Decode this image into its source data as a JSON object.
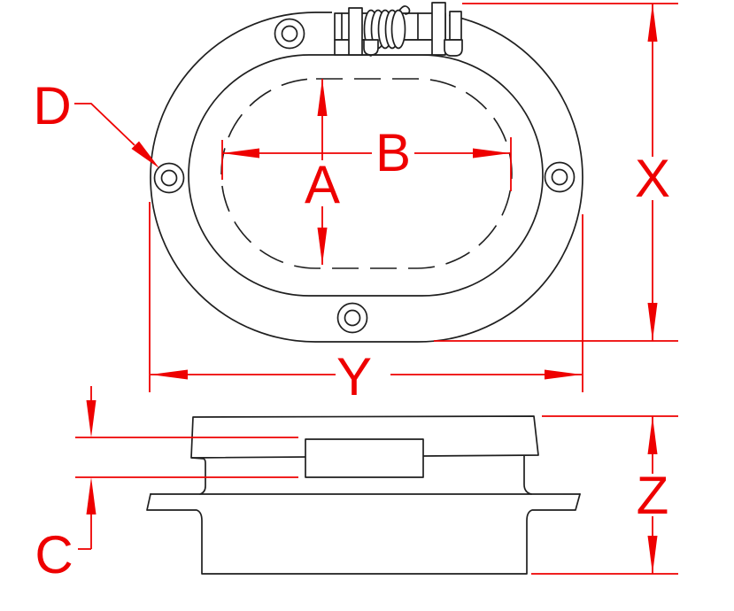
{
  "drawing": {
    "type": "technical-drawing",
    "views": {
      "count": 2
    },
    "labels": {
      "dim_a": "A",
      "dim_b": "B",
      "dim_c": "C",
      "dim_d": "D",
      "dim_x": "X",
      "dim_y": "Y",
      "dim_z": "Z"
    },
    "colors": {
      "dimension_red": "#ee0000",
      "outline_black": "#1f1f1f",
      "background": "#ffffff"
    }
  }
}
